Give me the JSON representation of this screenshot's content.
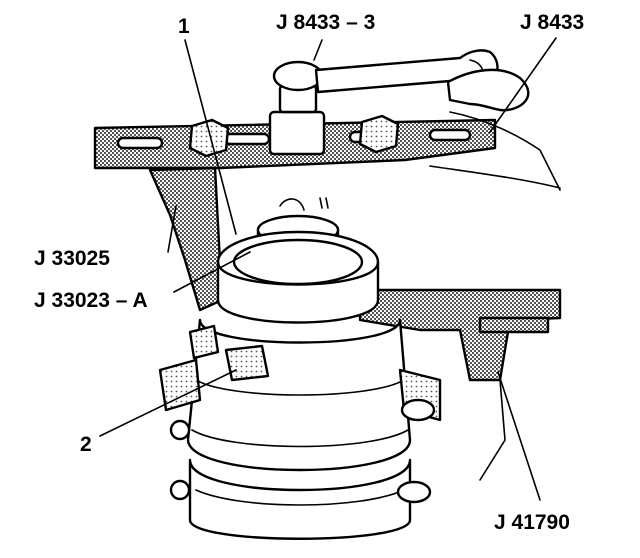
{
  "labels": {
    "tool_j8433_3": "J 8433 – 3",
    "tool_j8433": "J 8433",
    "callout_1": "1",
    "tool_j33025": "J 33025",
    "tool_j33023a": "J 33023 – A",
    "callout_2": "2",
    "tool_j41790": "J 41790",
    "ink_mark": "\""
  },
  "colors": {
    "ink": "#000000",
    "screen_tone": "#9c9c9c",
    "paper": "#ffffff"
  },
  "icons": {
    "wrench": "wrench-icon",
    "nut": "hex-nut-icon"
  }
}
